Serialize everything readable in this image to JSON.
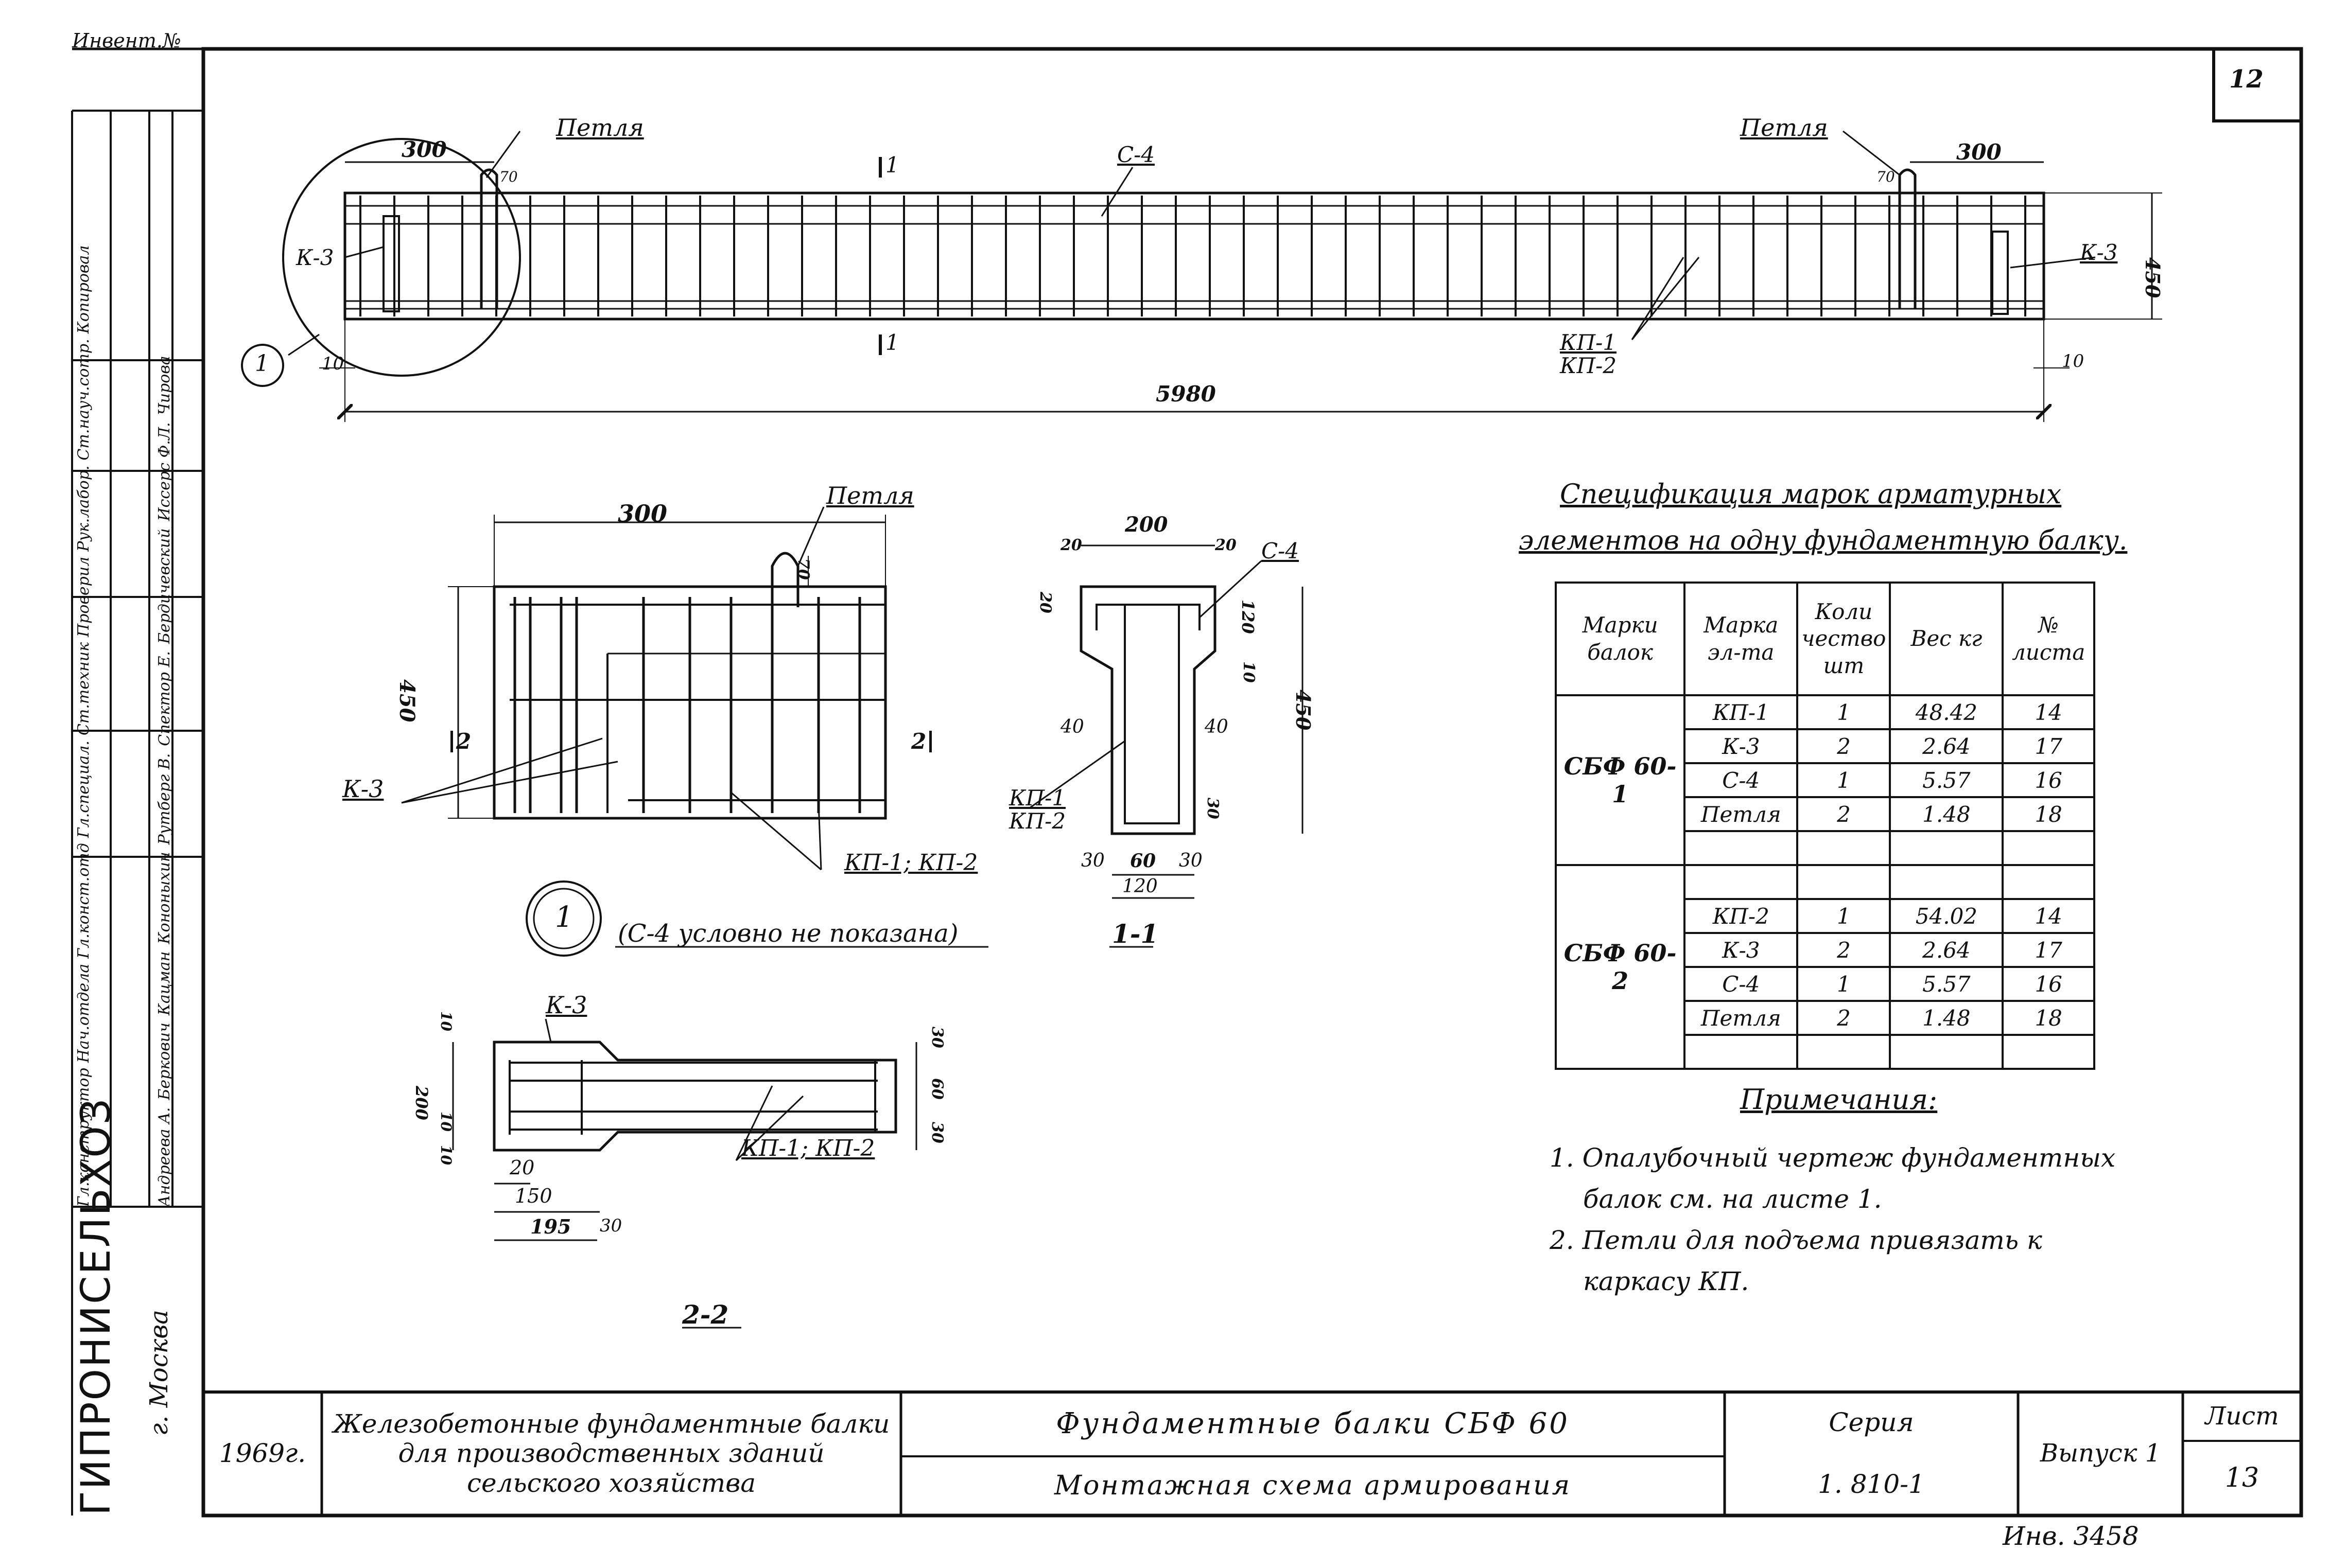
{
  "corner_stamp": "Инвент.№",
  "sheet_number_top": "12",
  "inventory_number": "Инв. 3458",
  "elevation": {
    "left_loop_label": "Петля",
    "right_loop_label": "Петля",
    "dim_left_300": "300",
    "dim_right_300": "300",
    "dim_70_left": "70",
    "dim_70_right": "70",
    "c4_label": "С-4",
    "section_mark_top": "1",
    "section_mark_bottom": "1",
    "k3_left": "К-3",
    "k3_right": "К-3",
    "height_450": "450",
    "kp1_label": "КП-1",
    "kp2_label": "КП-2",
    "dim_10_left": "10",
    "dim_10_right": "10",
    "total_length": "5980",
    "detail_callout": "1"
  },
  "detail1": {
    "dim_300": "300",
    "loop_label": "Петля",
    "dim_70": "70",
    "dim_450": "450",
    "section_left": "2",
    "section_right": "2",
    "k3_label": "К-3",
    "kp_label": "КП-1; КП-2",
    "circle_number": "1",
    "note": "(С-4 условно не показана)"
  },
  "section11": {
    "dim_200": "200",
    "dim_20_left": "20",
    "dim_20_right": "20",
    "c4_label": "С-4",
    "dim_20_side": "20",
    "dim_120": "120",
    "dim_10": "10",
    "dim_40_left": "40",
    "dim_40_right": "40",
    "dim_450": "450",
    "kp1_label": "КП-1",
    "kp2_label": "КП-2",
    "dim_30_side": "30",
    "dim_30_left": "30",
    "dim_60": "60",
    "dim_30_right": "30",
    "dim_bottom_120": "120",
    "title": "1-1"
  },
  "section22": {
    "k3_label": "К-3",
    "dim_10_top": "10",
    "dim_200": "200",
    "dim_10_bottom": "10",
    "dim_10_low": "10",
    "dim_30_top": "30",
    "dim_60": "60",
    "dim_30_bottom": "30",
    "kp_label": "КП-1; КП-2",
    "dim_20": "20",
    "dim_150": "150",
    "dim_195": "195",
    "dim_30": "30",
    "title": "2-2"
  },
  "spec": {
    "title_line1": "Спецификация марок арматурных",
    "title_line2": "элементов на одну фундаментную балку.",
    "headers": [
      "Марки балок",
      "Марка эл-та",
      "Коли чество шт",
      "Вес кг",
      "№ листа"
    ],
    "groups": [
      {
        "beam": "СБФ 60-1",
        "rows": [
          [
            "КП-1",
            "1",
            "48.42",
            "14"
          ],
          [
            "К-3",
            "2",
            "2.64",
            "17"
          ],
          [
            "С-4",
            "1",
            "5.57",
            "16"
          ],
          [
            "Петля",
            "2",
            "1.48",
            "18"
          ]
        ]
      },
      {
        "beam": "СБФ 60-2",
        "rows": [
          [
            "КП-2",
            "1",
            "54.02",
            "14"
          ],
          [
            "К-3",
            "2",
            "2.64",
            "17"
          ],
          [
            "С-4",
            "1",
            "5.57",
            "16"
          ],
          [
            "Петля",
            "2",
            "1.48",
            "18"
          ]
        ]
      }
    ]
  },
  "notes": {
    "title": "Примечания:",
    "n1_line1": "1. Опалубочный чертеж фундаментных",
    "n1_line2": "балок см. на листе 1.",
    "n2_line1": "2. Петли для подъема привязать к",
    "n2_line2": "каркасу КП."
  },
  "side_stamp": {
    "org": "ГИПРОНИСЕЛЬХОЗ",
    "city": "г. Москва",
    "roles": [
      "Гл.конструктор",
      "Нач.отдела",
      "Гл.конст.отд",
      "Гл.специал.",
      "Ст.техник",
      "Проверил",
      "Рук.лабор.",
      "Ст.науч.сотр.",
      "Копировал"
    ],
    "names": [
      "Андреева А.",
      "Беркович",
      "Кацман",
      "Кононыхин",
      "Рутберг В.",
      "Спектор Е.",
      "Бердичевский",
      "Иссерс Ф.Л.",
      "Чирова"
    ]
  },
  "title_block": {
    "year": "1969г.",
    "description": "Железобетонные фундаментные балки для производственных зданий сельского хозяйства",
    "title_top": "Фундаментные балки СБФ 60",
    "title_bottom": "Монтажная схема армирования",
    "series_label": "Серия",
    "series_value": "1. 810-1",
    "issue": "Выпуск 1",
    "sheet_label": "Лист",
    "sheet_value": "13"
  }
}
